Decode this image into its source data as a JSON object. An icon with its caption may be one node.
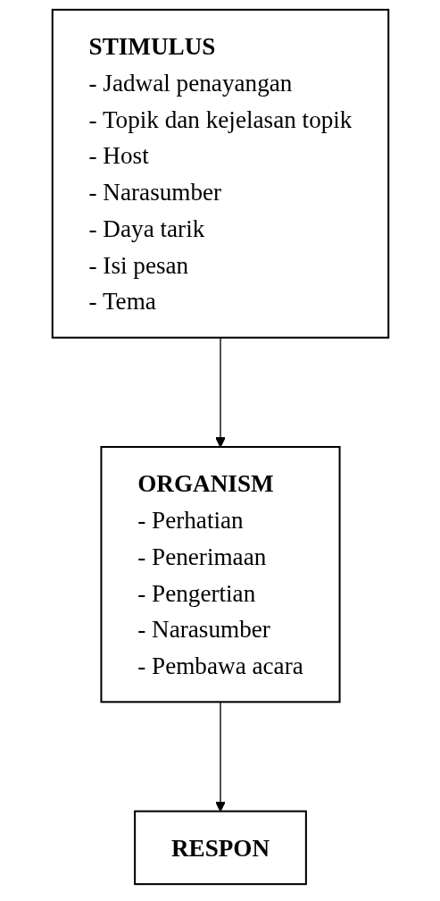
{
  "diagram": {
    "nodes": [
      {
        "text": [
          "STIMULUS",
          "- Jadwal penayangan",
          "- Topik dan kejelasan topik",
          "- Host",
          "- Narasumber",
          "- Daya tarik",
          "- Isi pesan",
          "- Tema"
        ]
      },
      {
        "text": [
          "ORGANISM",
          "- Perhatian",
          "- Penerimaan",
          "- Pengertian",
          "- Narasumber",
          "- Pembawa acara"
        ]
      },
      {
        "text": [
          "RESPON"
        ]
      }
    ],
    "edges": [
      {
        "from": 0,
        "to": 1,
        "arrow": "to"
      },
      {
        "from": 1,
        "to": 2,
        "arrow": "to"
      }
    ]
  }
}
